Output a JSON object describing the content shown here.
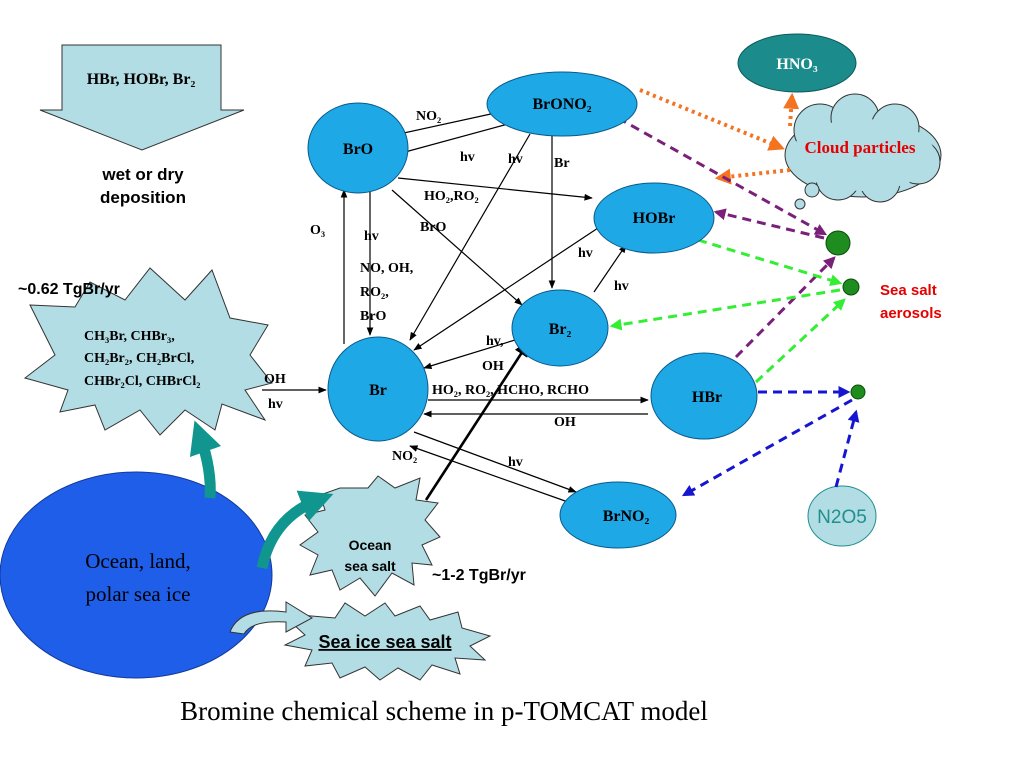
{
  "colors": {
    "species_fill": "#1ea8e6",
    "light_fill": "#b3dde4",
    "ocean_fill": "#1f5ee8",
    "hno3_fill": "#1b8b8b",
    "aerosol_green": "#1e8c1e",
    "orange": "#f37321",
    "purple": "#7a1f7a",
    "bright_green": "#33ee33",
    "blue_dash": "#1616d0",
    "teal_arrow": "#11958f",
    "red_label": "#e60000",
    "n2o5_text": "#1f8f8f"
  },
  "deposition": {
    "box_label": "HBr, HOBr, Br₂",
    "text_line1": "wet or dry",
    "text_line2": "deposition"
  },
  "species": {
    "bro": "BrO",
    "brono2": "BrONO₂",
    "hobr": "HOBr",
    "br2": "Br₂",
    "br": "Br",
    "hbr": "HBr",
    "brno2": "BrNO₂",
    "hno3": "HNO₃"
  },
  "cloud": {
    "label": "Cloud particles"
  },
  "aerosols": {
    "line1": "Sea salt",
    "line2": "aerosols"
  },
  "n2o5": "N2O5",
  "sources": {
    "flux_top": "~0.62 TgBr/yr",
    "organics_line1": "CH₃Br, CHBr₃,",
    "organics_line2": "CH₂Br₂, CH₂BrCl,",
    "organics_line3": "CHBr₂Cl, CHBrCl₂",
    "ocean_line1": "Ocean, land,",
    "ocean_line2": "polar sea ice",
    "ocean_salt_line1": "Ocean",
    "ocean_salt_line2": "sea salt",
    "flux_bottom": "~1-2 TgBr/yr",
    "sea_ice_salt": "Sea ice sea salt"
  },
  "reactions": {
    "no2_top": "NO₂",
    "hv_bro_a": "hv",
    "hv_bro_b": "hv",
    "br_label": "Br",
    "ho2_ro2": "HO₂,RO₂",
    "bro_label": "BrO",
    "o3": "O₃",
    "hv_left": "hv",
    "no_oh_1": "NO, OH,",
    "no_oh_2": "RO₂,",
    "no_oh_3": "BrO",
    "hv_hobr": "hv",
    "hv_br2": "hv",
    "hv_oh_1": "hv,",
    "hv_oh_2": "OH",
    "oh_org": "OH",
    "hv_org": "hv",
    "ho2_hcho": "HO₂, RO₂, HCHO, RCHO",
    "oh_hbr": "OH",
    "no2_bottom": "NO₂",
    "hv_brno2": "hv"
  },
  "title": "Bromine chemical scheme in p-TOMCAT model"
}
